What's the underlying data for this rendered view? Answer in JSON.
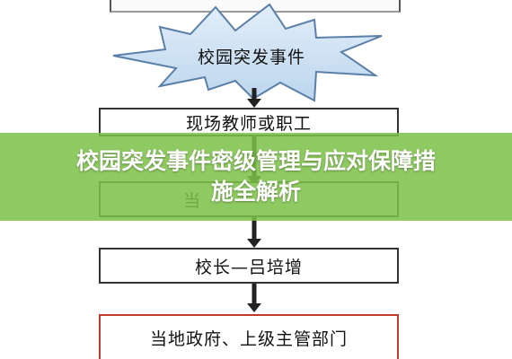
{
  "flowchart": {
    "trigger_event": "校园突发事件",
    "steps": [
      "现场教师或职工",
      "当",
      "校长—吕培增",
      "当地政府、上级主管部门"
    ]
  },
  "banner": {
    "title_line1": "校园突发事件密级管理与应对保障措",
    "title_line2": "施全解析"
  },
  "colors": {
    "banner_bg": "#7cc147",
    "burst_fill": "#cfe3f5",
    "arrow": "#222222",
    "final_box_border": "#c0392b"
  }
}
